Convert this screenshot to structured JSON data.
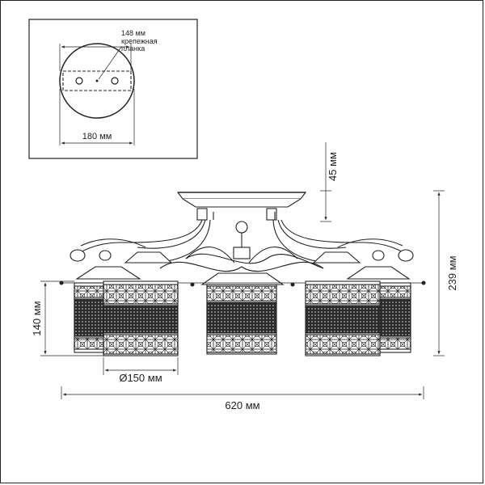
{
  "inset": {
    "plank_width": "148 мм",
    "plank_label_line1": "крепежная",
    "plank_label_line2": "планка",
    "base_diameter": "180 мм"
  },
  "dimensions": {
    "height_mount": "45 мм",
    "height_total": "239 мм",
    "height_shade": "140 мм",
    "shade_diameter": "Ø150 мм",
    "width_total": "620 мм"
  }
}
